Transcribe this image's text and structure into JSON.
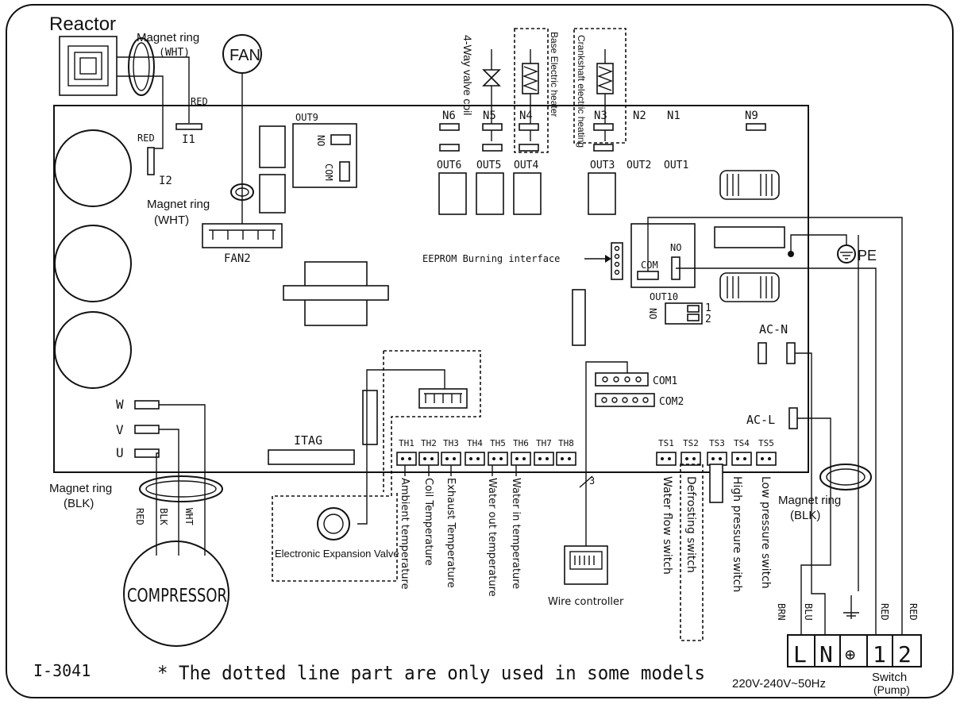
{
  "labels": {
    "reactor": "Reactor",
    "magnet_ring_top": "Magnet ring",
    "wht_top": "(WHT)",
    "fan": "FAN",
    "red_i1": "RED",
    "i1": "I1",
    "red_i2": "RED",
    "i2": "I2",
    "out9": "OUT9",
    "no_out9": "NO",
    "com_out9": "COM",
    "magnet_ring_mid": "Magnet ring",
    "wht_mid": "(WHT)",
    "fan2": "FAN2",
    "four_way": "4-Way valve coil",
    "base_heater": "Base Electric heater",
    "crank_heater": "Crankshaft electric heating",
    "n6": "N6",
    "n5": "N5",
    "n4": "N4",
    "n3": "N3",
    "n2": "N2",
    "n1": "N1",
    "n9": "N9",
    "out6": "OUT6",
    "out5": "OUT5",
    "out4": "OUT4",
    "out3": "OUT3",
    "out2": "OUT2",
    "out1": "OUT1",
    "eeprom": "EEPROM Burning interface",
    "no_relay": "NO",
    "com_relay": "COM",
    "pe": "PE",
    "out10": "OUT10",
    "no_out10": "NO",
    "out10_1": "1",
    "out10_2": "2",
    "ac_n": "AC-N",
    "ac_l": "AC-L",
    "com1": "COM1",
    "com2": "COM2",
    "w": "W",
    "v": "V",
    "u": "U",
    "itag": "ITAG",
    "th": [
      "TH1",
      "TH2",
      "TH3",
      "TH4",
      "TH5",
      "TH6",
      "TH7",
      "TH8"
    ],
    "ts": [
      "TS1",
      "TS2",
      "TS3",
      "TS4",
      "TS5"
    ],
    "sensor_names": [
      "Ambient temperature",
      "Coil Temperature",
      "Exhaust Temperature",
      "Water out temperature",
      "Water in temperature"
    ],
    "switch_names": [
      "Water flow switch",
      "Defrosting switch",
      "High pressure switch",
      "Low pressure switch"
    ],
    "magnet_ring_blk_left": "Magnet ring",
    "blk_left": "(BLK)",
    "wire_red": "RED",
    "wire_blk": "BLK",
    "wire_wht": "WHT",
    "compressor": "COMPRESSOR",
    "eev": "Electronic Expansion Valve",
    "wire_count": "3",
    "wire_controller": "Wire controller",
    "magnet_ring_blk_right": "Magnet ring",
    "blk_right": "(BLK)",
    "term_wires": [
      "BRN",
      "BLU",
      "RED",
      "RED"
    ],
    "terminals": [
      "L",
      "N",
      "⊕",
      "1",
      "2"
    ],
    "voltage": "220V-240V~50Hz",
    "switch_pump": "Switch",
    "switch_pump_2": "(Pump)",
    "model": "I-3041",
    "note": "* The dotted line part are only used in some models"
  }
}
